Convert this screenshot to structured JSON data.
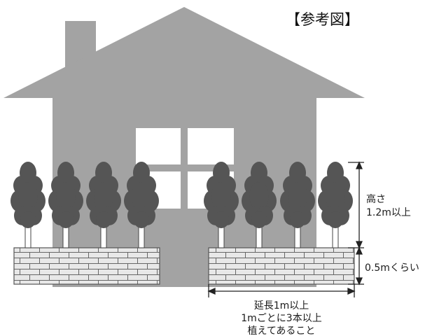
{
  "figure": {
    "title": "【参考図】"
  },
  "labels": {
    "height_line1": "高さ",
    "height_line2": "1.2m以上",
    "wall_height": "0.5mくらい",
    "note_line1": "延長1m以上",
    "note_line2": "1mごとに3本以上",
    "note_line3": "植えてあること"
  },
  "colors": {
    "house": "#a3a3a3",
    "window": "#ffffff",
    "tree_crown": "#555555",
    "tree_trunk": "#ffffff",
    "wall_fill": "#e8e8e8",
    "wall_line": "#666666",
    "dimension": "#222222"
  }
}
